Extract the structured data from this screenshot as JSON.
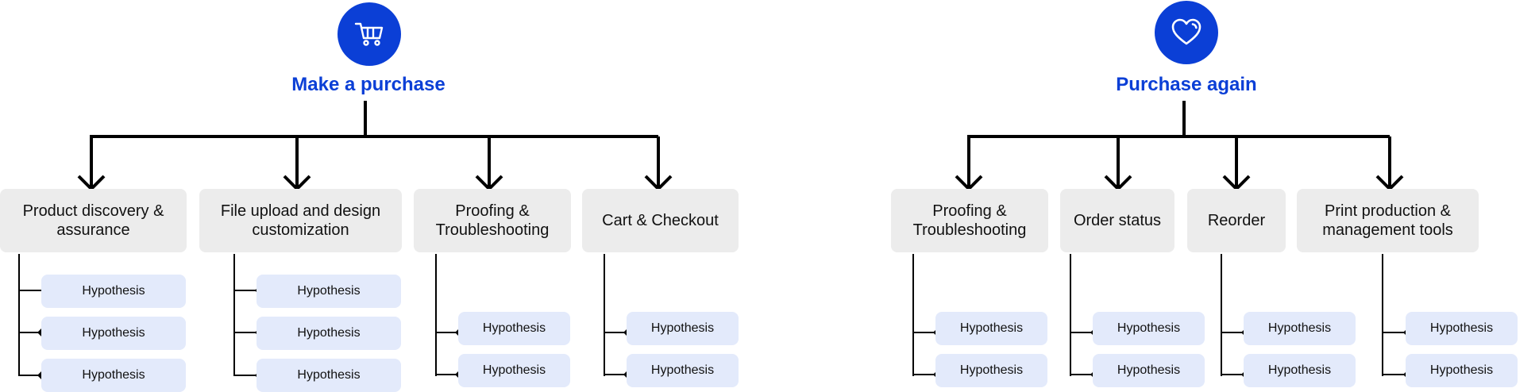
{
  "colors": {
    "accent": "#0b3fd6",
    "card": "#ececec",
    "hypothesis": "#e3eafb",
    "line": "#000000"
  },
  "goals": [
    {
      "title": "Make a purchase",
      "icon": "shopping-cart-icon",
      "categories": [
        {
          "label": "Product discovery & assurance",
          "hypotheses": [
            "Hypothesis",
            "Hypothesis",
            "Hypothesis"
          ]
        },
        {
          "label": "File upload and design customization",
          "hypotheses": [
            "Hypothesis",
            "Hypothesis",
            "Hypothesis"
          ]
        },
        {
          "label": "Proofing & Troubleshooting",
          "hypotheses": [
            "Hypothesis",
            "Hypothesis"
          ]
        },
        {
          "label": "Cart & Checkout",
          "hypotheses": [
            "Hypothesis",
            "Hypothesis"
          ]
        }
      ]
    },
    {
      "title": "Purchase again",
      "icon": "heart-icon",
      "categories": [
        {
          "label": "Proofing & Troubleshooting",
          "hypotheses": [
            "Hypothesis",
            "Hypothesis"
          ]
        },
        {
          "label": "Order status",
          "hypotheses": [
            "Hypothesis",
            "Hypothesis"
          ]
        },
        {
          "label": "Reorder",
          "hypotheses": [
            "Hypothesis",
            "Hypothesis"
          ]
        },
        {
          "label": "Print production & management tools",
          "hypotheses": [
            "Hypothesis",
            "Hypothesis"
          ]
        }
      ]
    }
  ]
}
